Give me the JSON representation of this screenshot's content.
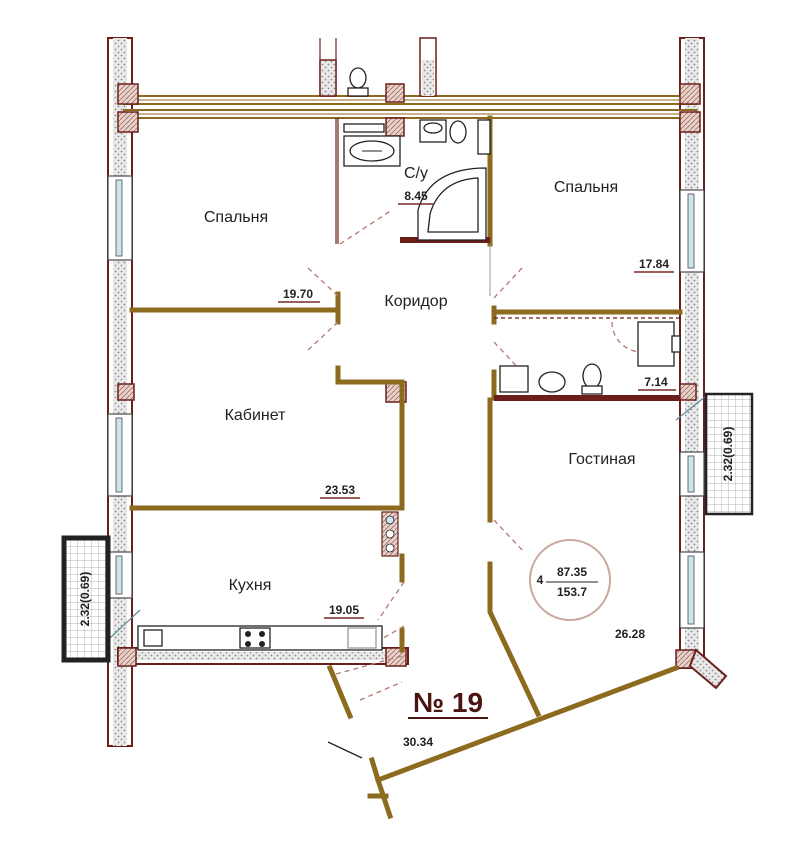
{
  "plan": {
    "number_label": "№ 19",
    "rooms": {
      "bedroom_left": {
        "label": "Спальня",
        "area": "19.70"
      },
      "bathroom": {
        "label": "С/у",
        "area": "8.45"
      },
      "bedroom_right": {
        "label": "Спальня",
        "area": "17.84"
      },
      "corridor": {
        "label": "Коридор"
      },
      "study": {
        "label": "Кабинет",
        "area": "23.53"
      },
      "wc": {
        "area": "7.14"
      },
      "living": {
        "label": "Гостиная",
        "area": "26.28"
      },
      "kitchen": {
        "label": "Кухня",
        "area": "19.05"
      },
      "loggia": {
        "area": "30.34"
      }
    },
    "balconies": {
      "left": "2.32(0.69)",
      "right": "2.32(0.69)"
    },
    "summary": {
      "rooms_count": "4",
      "living_area": "87.35",
      "total_area": "153.7"
    },
    "colors": {
      "exterior_wall": "#6b1f1a",
      "interior_wall": "#8c6a1e",
      "door_swing": "#b07a70",
      "area_underline": "#7a2a22",
      "summary_circle": "#c9a8a0"
    }
  }
}
